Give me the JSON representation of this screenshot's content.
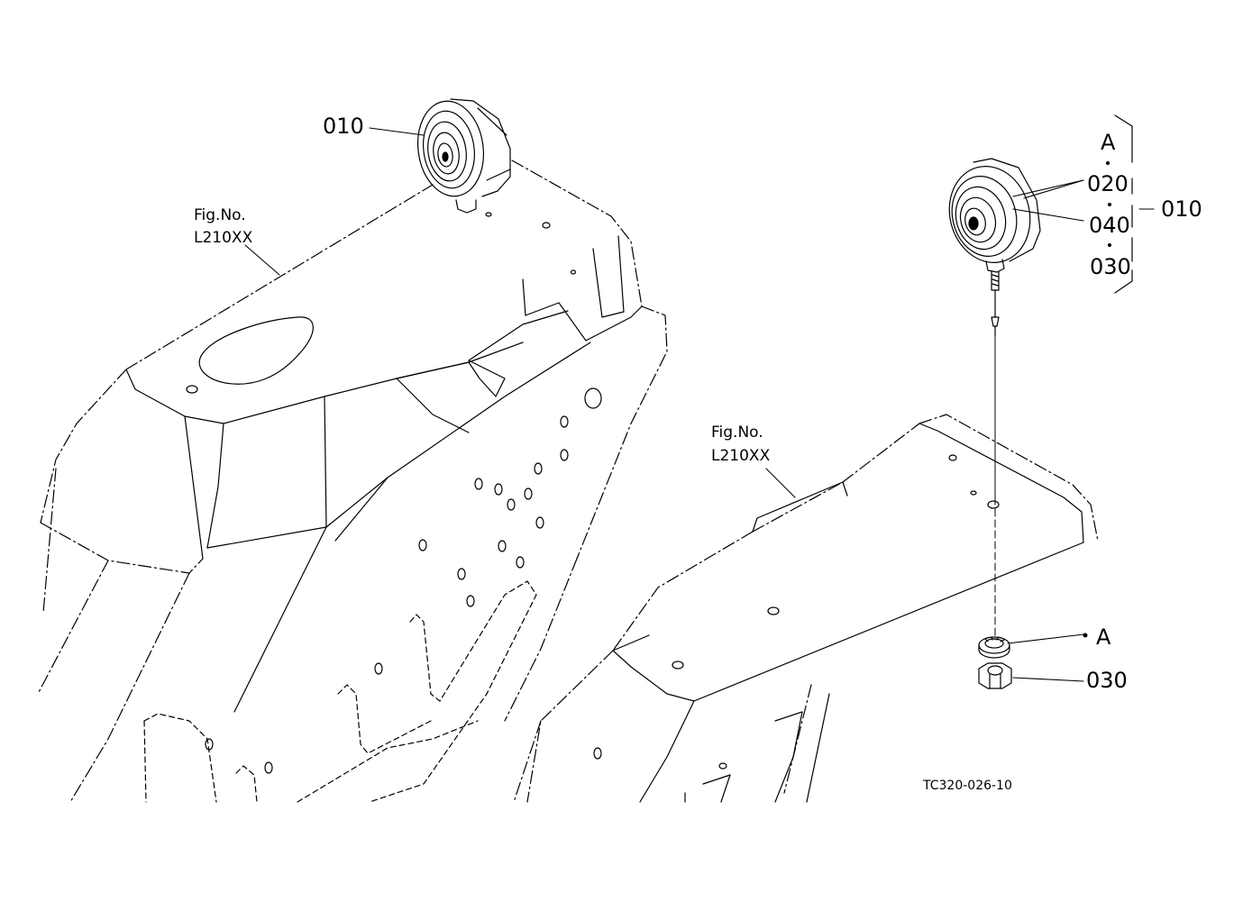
{
  "figure_refs": [
    {
      "line1": "Fig.No.",
      "line2": "L210XX"
    },
    {
      "line1": "Fig.No.",
      "line2": "L210XX"
    }
  ],
  "callouts": {
    "lamp_left": "010",
    "part_020": "020",
    "part_040": "040",
    "part_030_group": "030",
    "group_label": "010",
    "group_a": "A",
    "washer_a": "A",
    "nut_030": "030"
  },
  "drawing_code": "TC320-026-10"
}
